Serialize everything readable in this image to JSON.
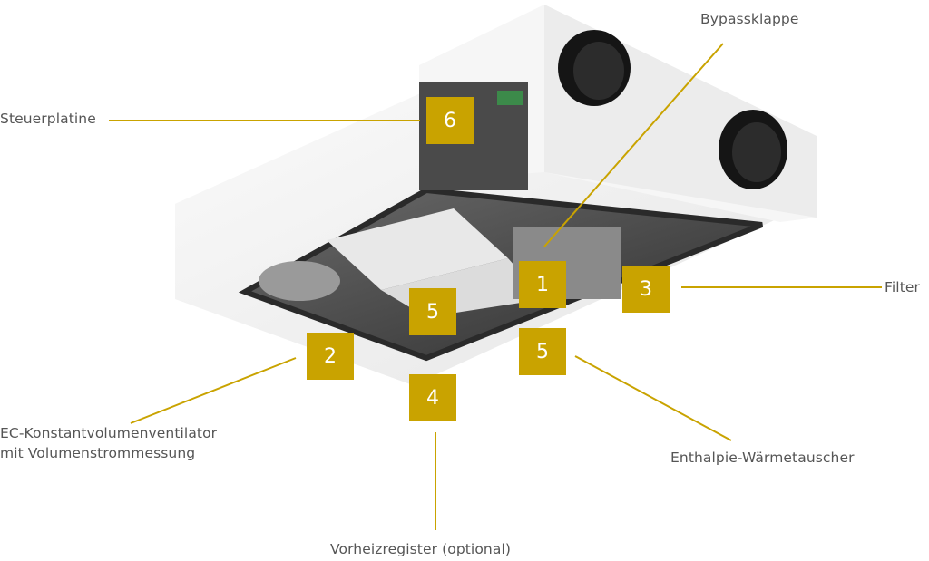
{
  "colors": {
    "accent": "#c9a300",
    "label_text": "#555555",
    "housing": "#f2f2f2",
    "interior": "#3a3a3a"
  },
  "labels": {
    "steuerplatine": "Steuerplatine",
    "bypassklappe": "Bypassklappe",
    "filter": "Filter",
    "ventilator_line1": "EC-Konstantvolumenventilator",
    "ventilator_line2": "mit Volumenstrommessung",
    "waermetauscher": "Enthalpie-Wärmetauscher",
    "vorheizregister": "Vorheizregister (optional)"
  },
  "markers": {
    "bypass": "1",
    "ventilator": "2",
    "filter": "3",
    "vorheiz": "4",
    "tauscher_inner": "5",
    "tauscher_outer": "5",
    "platine": "6"
  }
}
